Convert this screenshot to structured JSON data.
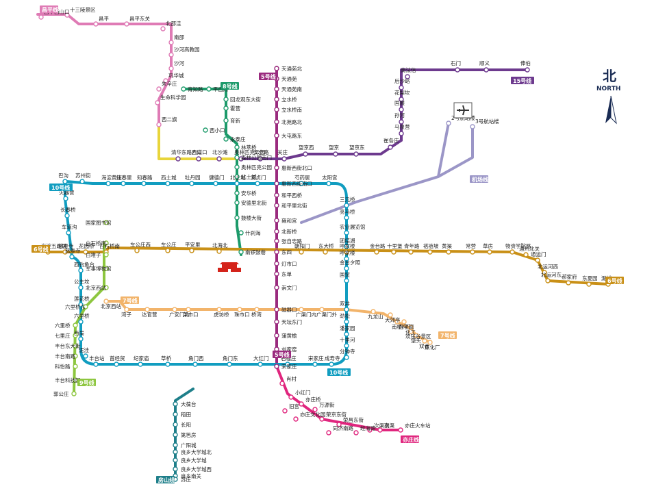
{
  "colors": {
    "line1": "#c8a23a",
    "line2": "#0a7fb0",
    "line4": "#0aa0b8",
    "line5": "#9a2a7e",
    "line6": "#c99017",
    "line7": "#f2b46b",
    "line8": "#1c9a6a",
    "line9": "#8dc63f",
    "line10": "#119dc0",
    "line13": "#e8d53b",
    "line15": "#6d3a8e",
    "changping": "#df7bb5",
    "fangshan": "#1e7f8a",
    "yizhuang": "#e0267e",
    "airport": "#9b96c7",
    "compass": "#1a2c54"
  },
  "compass": {
    "cn": "北",
    "en": "NORTH"
  },
  "line_labels": [
    {
      "id": "changping",
      "text": "昌平线",
      "color": "#df7bb5"
    },
    {
      "id": "line5",
      "text": "5号线",
      "color": "#9a2a7e"
    },
    {
      "id": "line5b",
      "text": "5号线",
      "color": "#9a2a7e"
    },
    {
      "id": "line8",
      "text": "8号线",
      "color": "#1c9a6a"
    },
    {
      "id": "line15",
      "text": "15号线",
      "color": "#6d3a8e"
    },
    {
      "id": "line10a",
      "text": "10号线",
      "color": "#119dc0"
    },
    {
      "id": "line10b",
      "text": "10号线",
      "color": "#119dc0"
    },
    {
      "id": "line6a",
      "text": "6号线",
      "color": "#c99017"
    },
    {
      "id": "line6b",
      "text": "6号线",
      "color": "#c99017"
    },
    {
      "id": "line7a",
      "text": "7号线",
      "color": "#f2b46b"
    },
    {
      "id": "line7b",
      "text": "7号线",
      "color": "#f2b46b"
    },
    {
      "id": "line9",
      "text": "9号线",
      "color": "#8dc63f"
    },
    {
      "id": "fangshan",
      "text": "房山线",
      "color": "#1e7f8a"
    },
    {
      "id": "yizhuang",
      "text": "亦庄线",
      "color": "#e0267e"
    },
    {
      "id": "airport",
      "text": "机场线",
      "color": "#9b96c7"
    }
  ],
  "stations": {
    "changping": [
      "昌平西山口",
      "十三陵景区",
      "昌平",
      "昌平东关",
      "北邵洼",
      "南邵",
      "沙河高教园",
      "沙河",
      "巩华城",
      "朱辛庄",
      "生命科学园",
      "西二旗"
    ],
    "line8": [
      "育知路",
      "平西府",
      "回龙观东大街",
      "霍营",
      "育新",
      "西小口",
      "永泰庄",
      "林萃桥",
      "森林公园南门",
      "奥林匹克公园",
      "北土城",
      "安华桥",
      "安德里北街",
      "鼓楼大街",
      "什刹海",
      "南锣鼓巷"
    ],
    "line5": [
      "天通苑北",
      "天通苑",
      "天通苑南",
      "立水桥",
      "立水桥南",
      "北苑路北",
      "大屯路东",
      "惠新西街北口",
      "惠新西街南口",
      "和平西桥",
      "和平里北街",
      "雍和宫",
      "北新桥",
      "张自忠路",
      "东四",
      "灯市口",
      "东单",
      "崇文门",
      "磁器口",
      "天坛东门",
      "蒲黄榆",
      "刘家窑",
      "宋家庄"
    ],
    "line15": [
      "俸伯",
      "顺义",
      "石门",
      "南法信",
      "后沙峪",
      "花梨坎",
      "国展",
      "孙河",
      "马泉营",
      "崔各庄",
      "望京东",
      "望京",
      "望京西",
      "关庄",
      "安立路",
      "奥林匹克公园",
      "北沙滩",
      "六道口",
      "清华东路西口"
    ],
    "line10": [
      "巴沟",
      "苏州街",
      "海淀黄庄",
      "知春里",
      "知春路",
      "西土城",
      "牡丹园",
      "健德门",
      "北土城",
      "安贞门",
      "惠新西街南口",
      "芍药居",
      "太阳宫",
      "三元桥",
      "亮马桥",
      "农业展览馆",
      "团结湖",
      "呼家楼",
      "金台夕照",
      "国贸",
      "双井",
      "劲松",
      "潘家园",
      "十里河",
      "分钟寺",
      "成寿寺",
      "宋家庄",
      "石榴庄",
      "大红门",
      "角门东",
      "角门西",
      "草桥",
      "纪家庙",
      "首经贸",
      "丰台站",
      "泥洼",
      "西局",
      "六里桥",
      "莲花桥",
      "公主坟",
      "西钓鱼台",
      "慈寿寺",
      "车道沟",
      "长春桥",
      "火器营"
    ],
    "line6": [
      "海淀五路居",
      "慈寿寺",
      "花园桥",
      "白石桥南",
      "车公庄西",
      "车公庄",
      "平安里",
      "北海北",
      "南锣鼓巷",
      "东四",
      "朝阳门",
      "东大桥",
      "呼家楼",
      "金台路",
      "十里堡",
      "青年路",
      "褡裢坡",
      "黄渠",
      "常营",
      "草房",
      "物资学院路",
      "通州北关",
      "通运门",
      "北运河西",
      "北运河东",
      "郝家府",
      "东夏园",
      "潞城"
    ],
    "line7": [
      "北京西站",
      "湾子",
      "达官营",
      "广安门内",
      "菜市口",
      "虎坊桥",
      "珠市口",
      "桥湾",
      "磁器口",
      "广渠门内",
      "广渠门外",
      "双井",
      "九龙山",
      "大郊亭",
      "百子湾",
      "化工",
      "南楼梓庄",
      "欢乐谷景区",
      "垡头",
      "双合",
      "焦化厂"
    ],
    "line9": [
      "国家图书馆",
      "白石桥南",
      "白堆子",
      "军事博物馆",
      "北京西站",
      "六里桥东",
      "六里桥",
      "七里庄",
      "丰台东大街",
      "丰台南路",
      "科怡路",
      "丰台科技园",
      "郭公庄"
    ],
    "yizhuang": [
      "宋家庄",
      "肖村",
      "小红门",
      "旧宫",
      "亦庄桥",
      "亦庄文化园",
      "万源街",
      "荣京东街",
      "荣昌东街",
      "同济南路",
      "经海路",
      "次渠南",
      "次渠",
      "亦庄火车站"
    ],
    "fangshan": [
      "郭公庄",
      "大葆台",
      "稻田",
      "长阳",
      "篱笆房",
      "广阳城",
      "良乡大学城北",
      "良乡大学城",
      "良乡大学城西",
      "良乡南关",
      "苏庄"
    ],
    "airport": [
      "2号航站楼",
      "3号航站楼"
    ]
  }
}
